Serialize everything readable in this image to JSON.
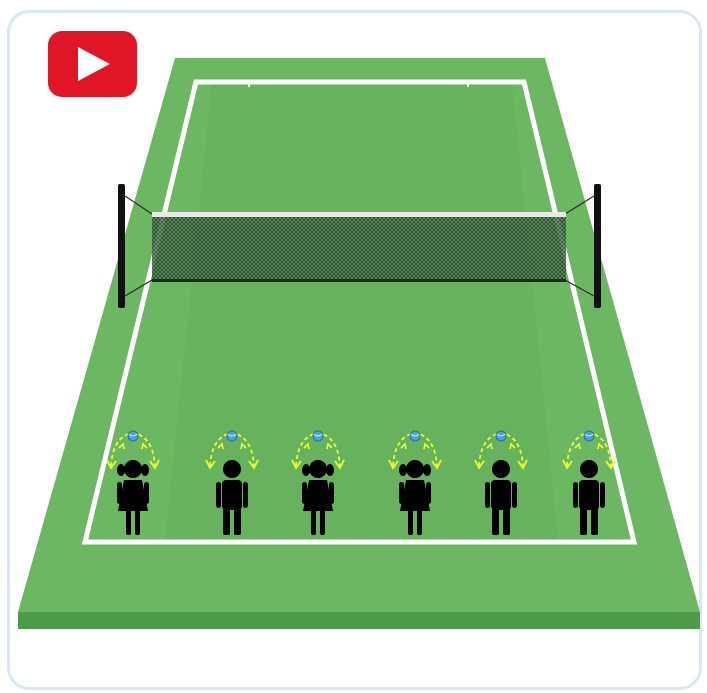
{
  "video": {
    "play_icon": "play-icon",
    "brand_color": "#e01525"
  },
  "court": {
    "surface_color": "#6cb862",
    "edge_color": "#4e9a4b",
    "line_color": "#ffffff",
    "net_color": "#1f3a22",
    "post_color": "#111111"
  },
  "players": [
    {
      "figure": "girl",
      "ball_color": "#4aa3df",
      "throw_direction": "left"
    },
    {
      "figure": "boy",
      "ball_color": "#4aa3df",
      "throw_direction": "left"
    },
    {
      "figure": "girl",
      "ball_color": "#4aa3df",
      "throw_direction": "left"
    },
    {
      "figure": "girl",
      "ball_color": "#4aa3df",
      "throw_direction": "left"
    },
    {
      "figure": "boy",
      "ball_color": "#4aa3df",
      "throw_direction": "left"
    },
    {
      "figure": "boy",
      "ball_color": "#4aa3df",
      "throw_direction": "right"
    }
  ],
  "arc_color": "#e9ff2e"
}
